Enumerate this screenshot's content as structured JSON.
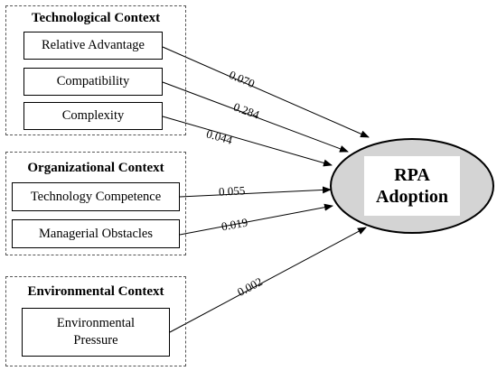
{
  "groups": {
    "technological": {
      "title": "Technological Context",
      "factors": [
        "Relative Advantage",
        "Compatibility",
        "Complexity"
      ]
    },
    "organizational": {
      "title": "Organizational Context",
      "factors": [
        "Technology Competence",
        "Managerial Obstacles"
      ]
    },
    "environmental": {
      "title": "Environmental Context",
      "factors": [
        "Environmental Pressure"
      ]
    }
  },
  "outcome": {
    "line1": "RPA",
    "line2": "Adoption"
  },
  "paths": [
    {
      "from": "Relative Advantage",
      "to": "RPA Adoption",
      "coefficient": "0.070"
    },
    {
      "from": "Compatibility",
      "to": "RPA Adoption",
      "coefficient": "0.284"
    },
    {
      "from": "Complexity",
      "to": "RPA Adoption",
      "coefficient": "0.044"
    },
    {
      "from": "Technology Competence",
      "to": "RPA Adoption",
      "coefficient": "0.055"
    },
    {
      "from": "Managerial Obstacles",
      "to": "RPA Adoption",
      "coefficient": "0.019"
    },
    {
      "from": "Environmental Pressure",
      "to": "RPA Adoption",
      "coefficient": "0.002"
    }
  ],
  "colors": {
    "ellipse_fill": "#d4d4d4",
    "stroke": "#000000",
    "group_border": "#555555"
  }
}
